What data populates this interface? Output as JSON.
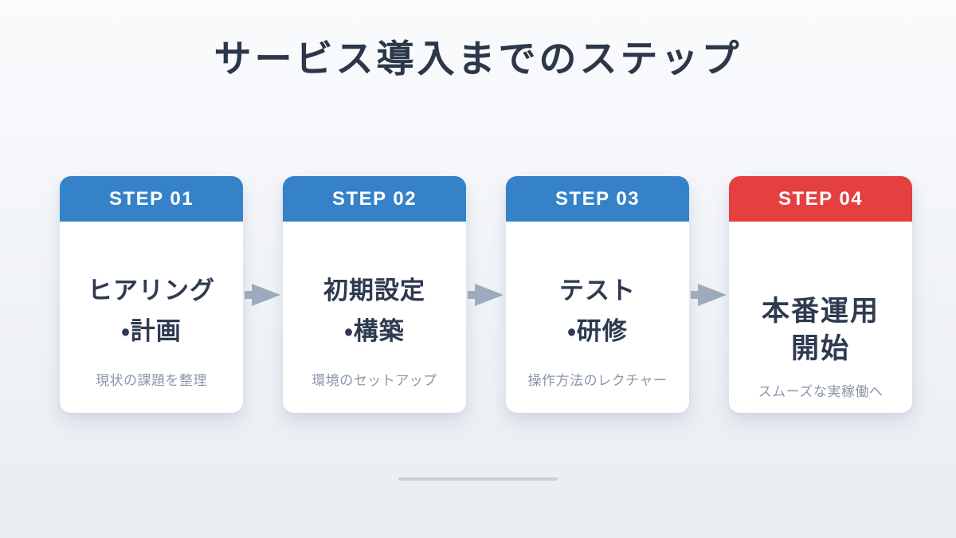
{
  "page": {
    "title": "サービス導入までのステップ"
  },
  "colors": {
    "bg_top": "#fafbfd",
    "bg_bottom": "#e9edf2",
    "card_bg": "#ffffff",
    "step_blue": "#3582c9",
    "step_red": "#e4403f",
    "title_text": "#2c3749",
    "body_text": "#2e3a50",
    "subtitle_text": "#8b96a8",
    "arrow": "#9dabbd",
    "divider": "#c8d1db"
  },
  "steps": [
    {
      "badge": "STEP 01",
      "badge_color": "#3582c9",
      "title_lines": [
        "ヒアリング",
        "・計画"
      ],
      "subtitle": "現状の課題を整理"
    },
    {
      "badge": "STEP 02",
      "badge_color": "#3582c9",
      "title_lines": [
        "初期設定",
        "・構築"
      ],
      "subtitle": "環境のセットアップ"
    },
    {
      "badge": "STEP 03",
      "badge_color": "#3582c9",
      "title_lines": [
        "テスト",
        "・研修"
      ],
      "subtitle": "操作方法のレクチャー"
    },
    {
      "badge": "STEP 04",
      "badge_color": "#e4403f",
      "title_lines": [
        "本番運用",
        "開始"
      ],
      "subtitle": "スムーズな実稼働へ"
    }
  ]
}
